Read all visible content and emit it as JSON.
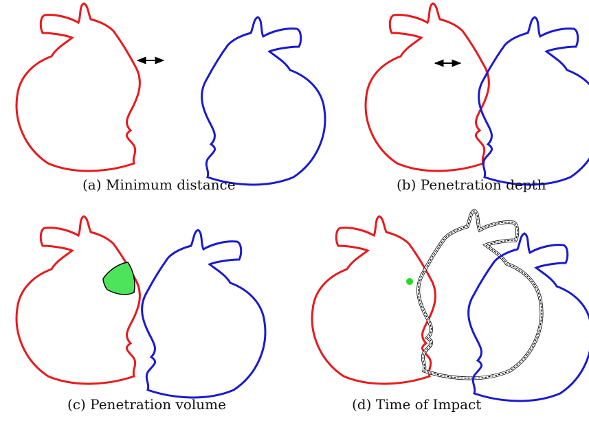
{
  "figure": {
    "colors": {
      "object_a": "#e8191c",
      "object_b": "#1a1ad0",
      "overlap_fill": "#4de35a",
      "impact_point": "#22dd22",
      "arrow": "#000000",
      "trajectory": "#000000"
    },
    "panels": [
      {
        "id": "a",
        "caption": "(a) Minimum distance"
      },
      {
        "id": "b",
        "caption": "(b) Penetration depth"
      },
      {
        "id": "c",
        "caption": "(c) Penetration volume"
      },
      {
        "id": "d",
        "caption": "(d) Time of Impact"
      }
    ]
  }
}
